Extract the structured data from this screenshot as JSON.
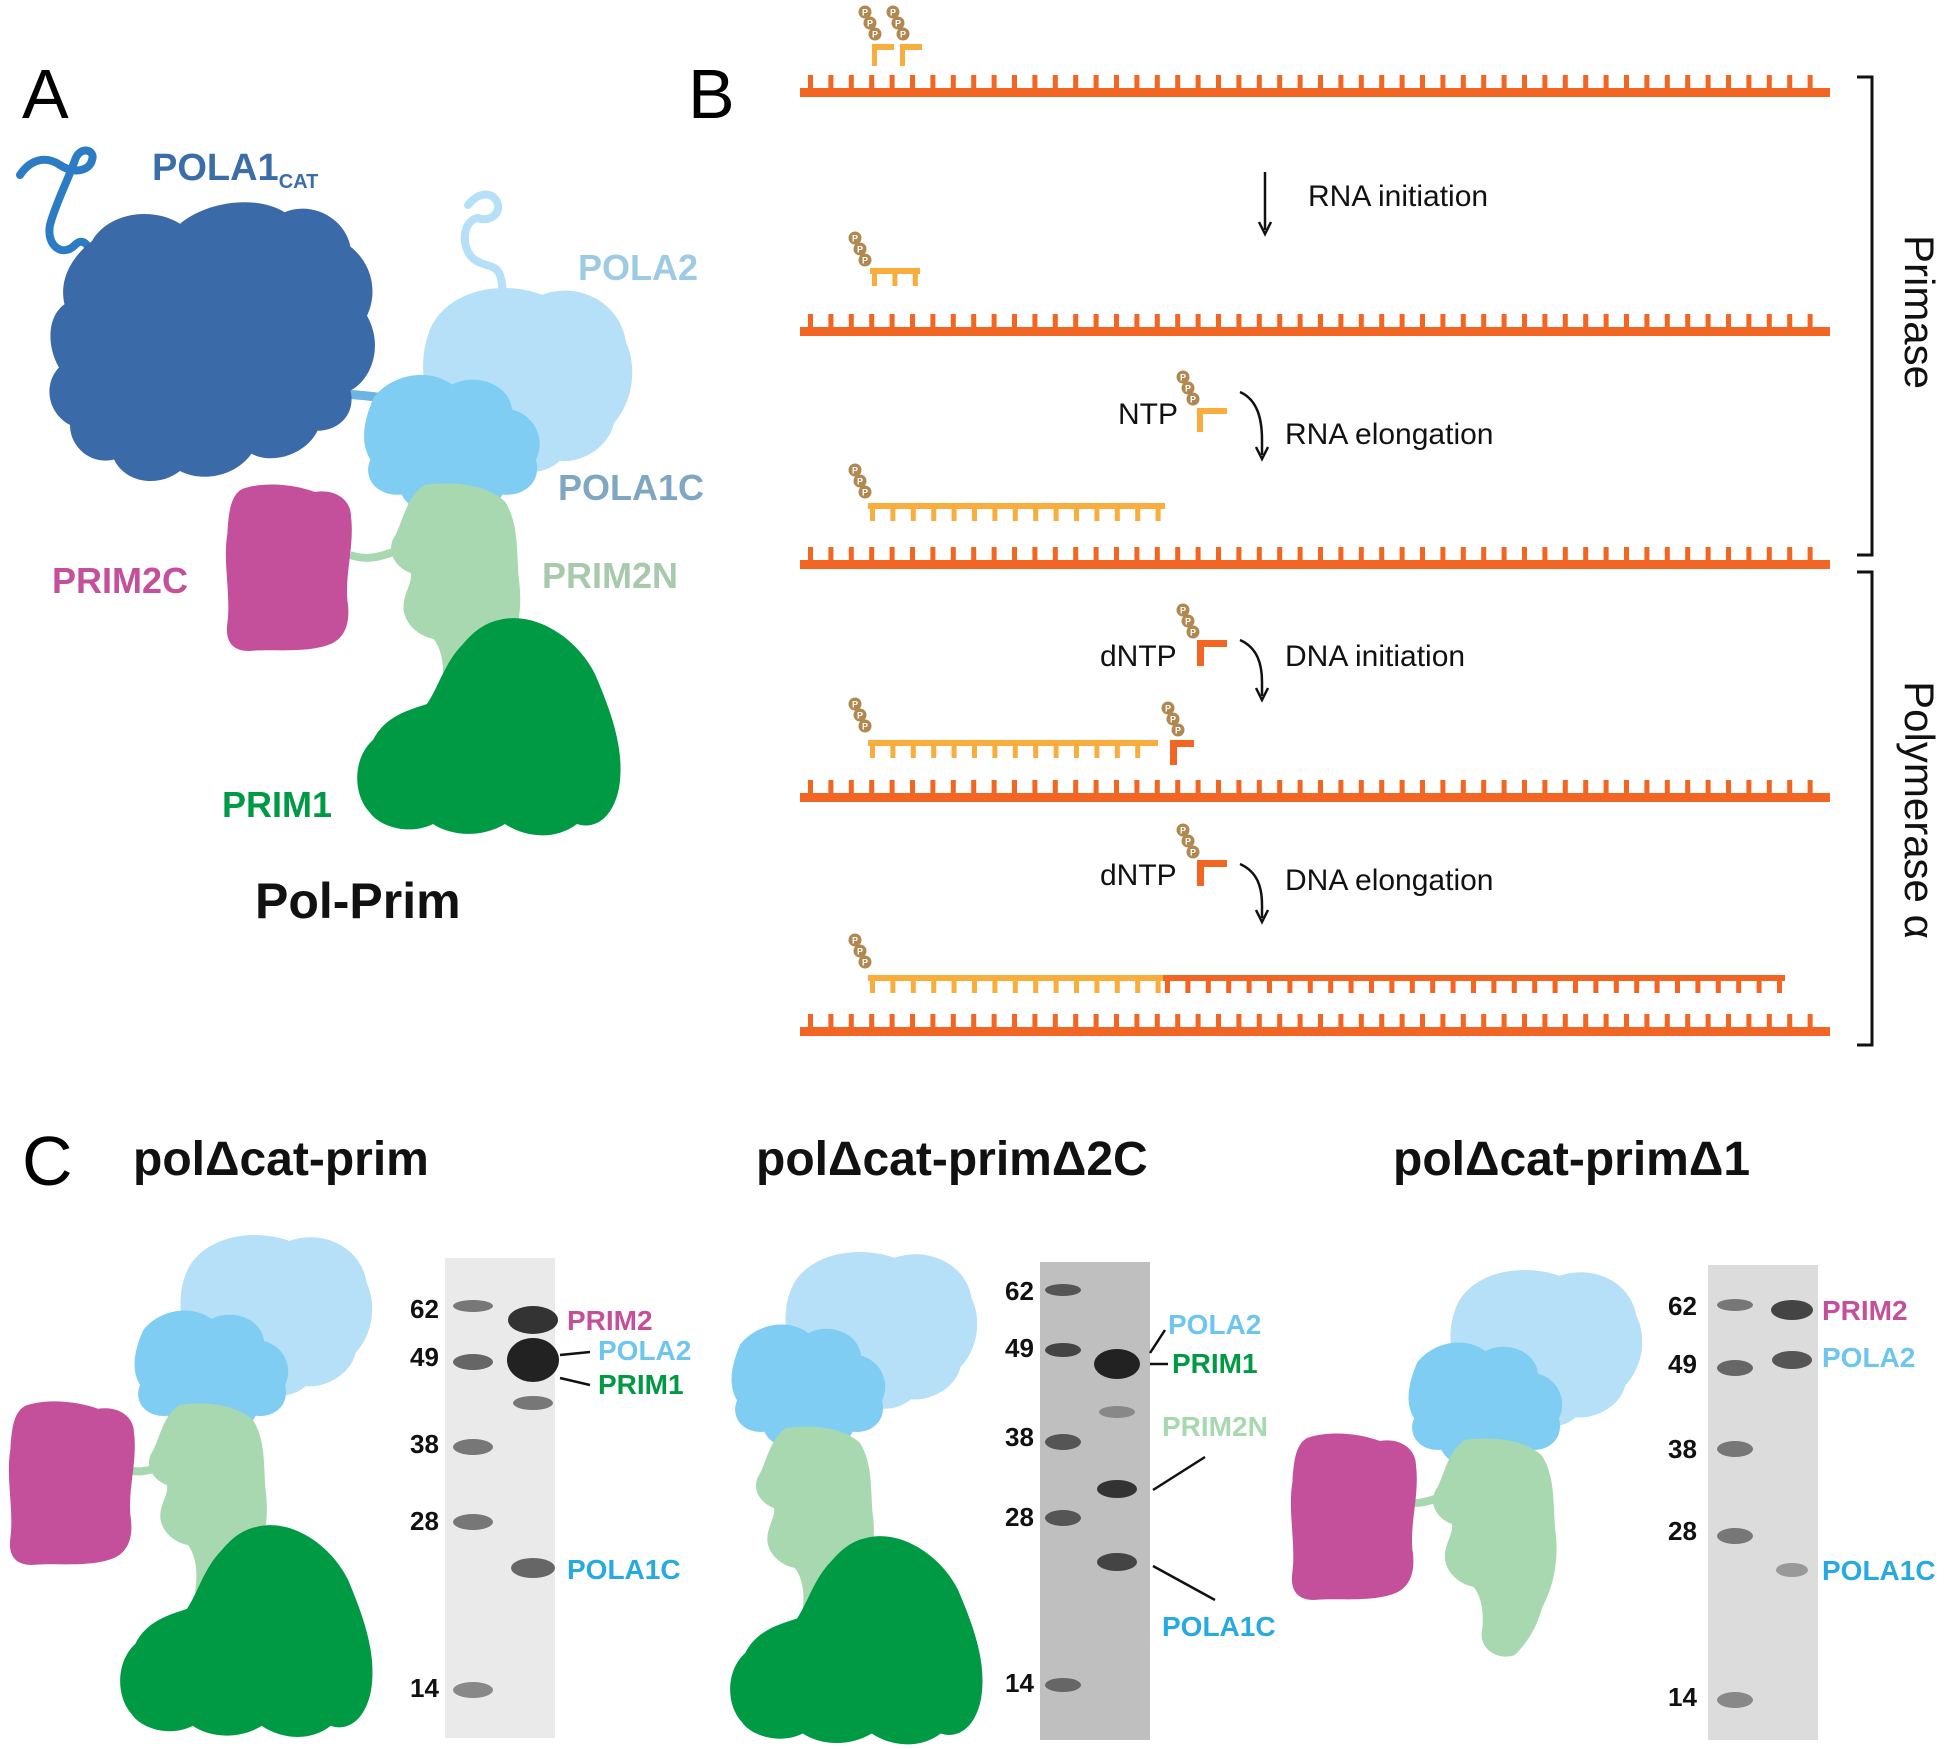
{
  "panels": {
    "a": {
      "letter": "A",
      "title": "Pol-Prim",
      "labels": {
        "pola1cat_main": "POLA1",
        "pola1cat_sub": "CAT",
        "pola2": "POLA2",
        "pola1c": "POLA1C",
        "prim2c": "PRIM2C",
        "prim2n": "PRIM2N",
        "prim1": "PRIM1"
      }
    },
    "b": {
      "letter": "B",
      "phosphate_glyph": "P",
      "steps": {
        "rna_initiation": "RNA initiation",
        "rna_elongation": "RNA elongation",
        "dna_initiation": "DNA initiation",
        "dna_elongation": "DNA elongation"
      },
      "reagents": {
        "ntp": "NTP",
        "dntp_1": "dNTP",
        "dntp_2": "dNTP"
      },
      "brackets": {
        "primase": "Primase",
        "polymerase": "Polymerase α"
      }
    },
    "c": {
      "letter": "C",
      "constructs": [
        {
          "title": "polΔcat-prim",
          "markers": [
            "62",
            "49",
            "38",
            "28",
            "14"
          ],
          "band_labels": [
            "PRIM2",
            "POLA2",
            "PRIM1",
            "POLA1C"
          ]
        },
        {
          "title": "polΔcat-primΔ2C",
          "markers": [
            "62",
            "49",
            "38",
            "28",
            "14"
          ],
          "band_labels": [
            "POLA2",
            "PRIM1",
            "PRIM2N",
            "POLA1C"
          ]
        },
        {
          "title": "polΔcat-primΔ1",
          "markers": [
            "62",
            "49",
            "38",
            "28",
            "14"
          ],
          "band_labels": [
            "PRIM2",
            "POLA2",
            "POLA1C"
          ]
        }
      ]
    }
  },
  "colors": {
    "pola1cat": "#3a6aa8",
    "pola2": "#b5e0f7",
    "pola1c": "#7fcdf3",
    "prim2c": "#c4509b",
    "prim2n": "#a8d8b0",
    "prim1": "#009a45",
    "template": "#f26522",
    "rna": "#f8ad3d",
    "dna": "#f26522",
    "phosphate": "#b08850",
    "label_pola1cat": "#3b6ea8",
    "label_pola2": "#9ccbe3",
    "label_pola1c": "#7fa7c1",
    "label_prim2c": "#c4509b",
    "label_prim2n": "#a9c9ac",
    "label_prim1": "#009a45",
    "gel_label_pink": "#c4509b",
    "gel_label_lightblue": "#6ec6ef",
    "gel_label_green": "#009a45",
    "gel_label_lightgreen": "#a8d8b0",
    "gel_label_blue": "#27aae1"
  }
}
